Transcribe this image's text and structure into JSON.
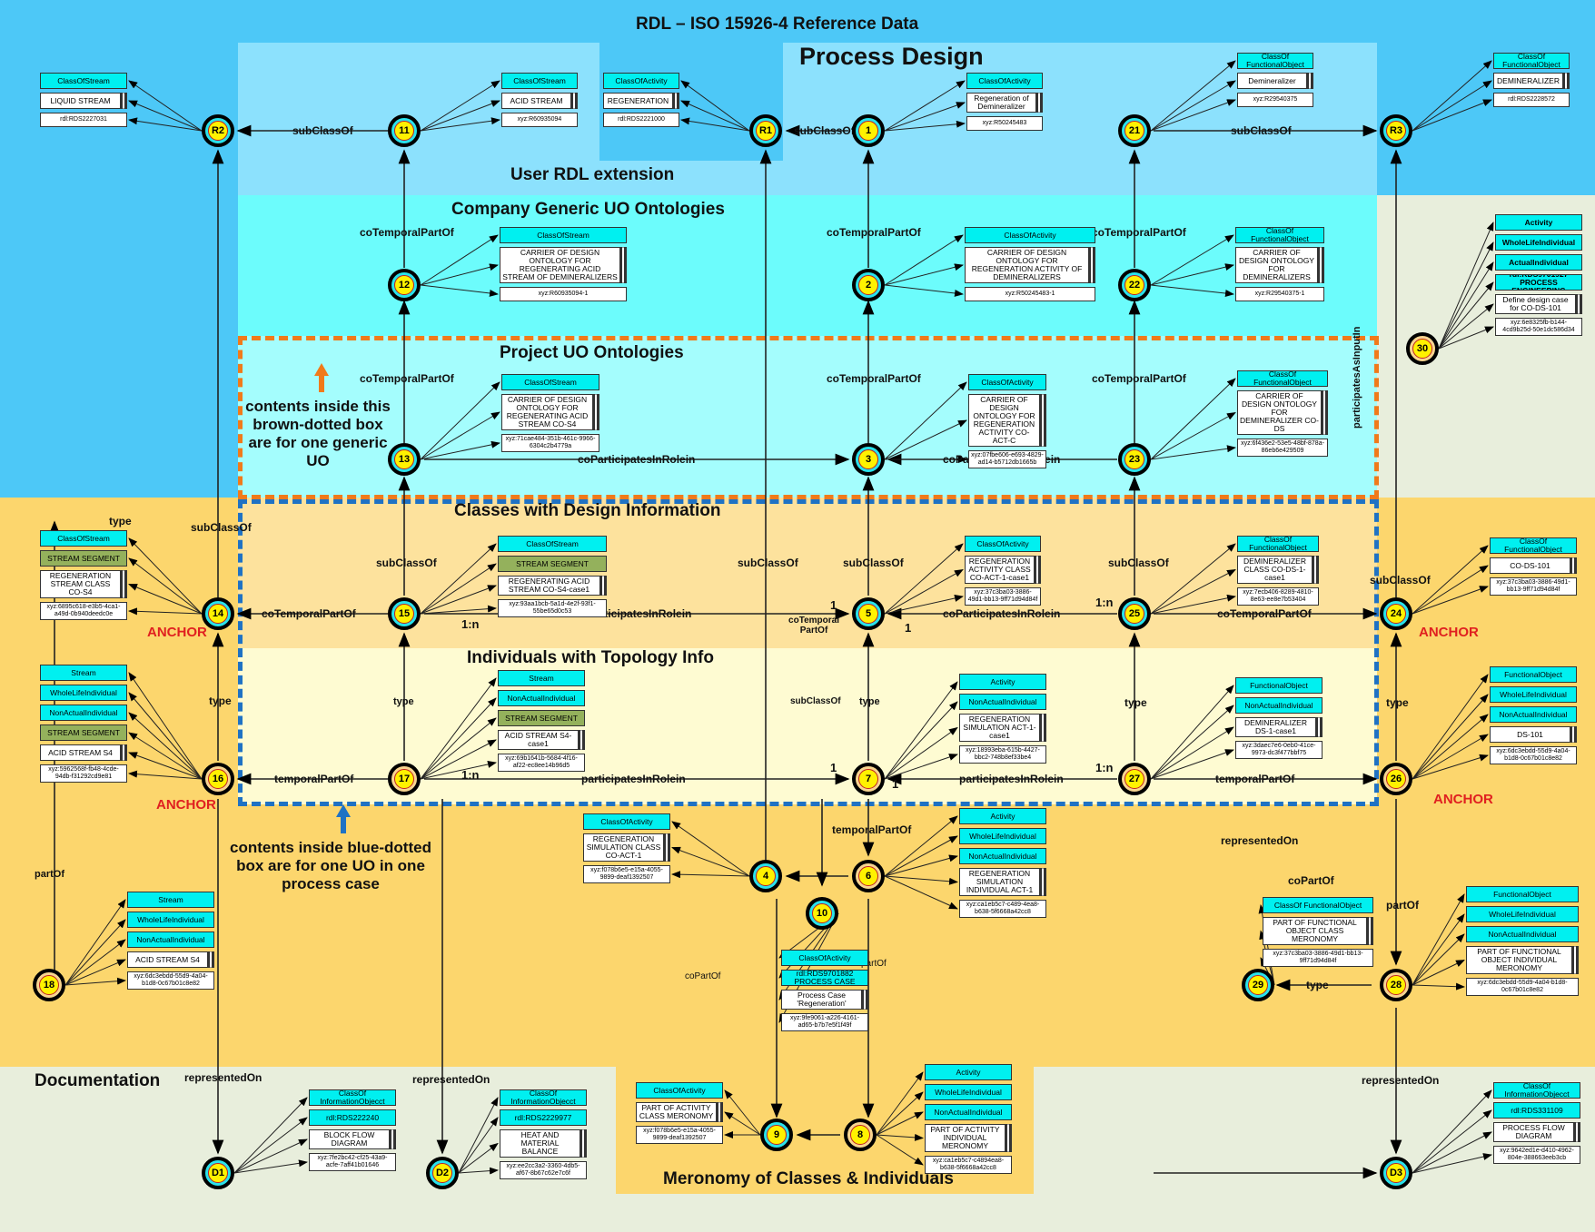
{
  "title": "RDL – ISO 15926-4 Reference Data",
  "sections": {
    "process_design": "Process Design",
    "user_rdl": "User RDL extension",
    "company_generic": "Company Generic UO Ontologies",
    "project_uo": "Project UO Ontologies",
    "classes_design": "Classes with Design Information",
    "individuals_topology": "Individuals with Topology Info",
    "documentation": "Documentation",
    "meronomy": "Meronomy of Classes & Individuals"
  },
  "notes": {
    "brown_box": "contents inside this brown-dotted box are for one generic UO",
    "blue_box": "contents inside blue-dotted box are for one UO in one process case"
  },
  "anchor_label": "ANCHOR",
  "edge_labels": {
    "subClassOf": "subClassOf",
    "coTemporalPartOf": "coTemporalPartOf",
    "coParticipatesInRolein": "coParticipatesInRolein",
    "participatesInRolein": "participatesInRolein",
    "temporalPartOf": "temporalPartOf",
    "type": "type",
    "partOf": "partOf",
    "coPartOf": "coPartOf",
    "representedOn": "representedOn",
    "coTemporalPartOf_split": "coTemporal PartOf",
    "participatesAsInputIn": "participatesAsInputIn"
  },
  "multiplicities": {
    "one": "1",
    "one_to_n": "1:n"
  },
  "nodes": [
    {
      "id": "R2",
      "kind": "class",
      "boxes": [
        {
          "k": "type",
          "t": "ClassOfStream"
        },
        {
          "k": "label",
          "t": "LIQUID STREAM"
        },
        {
          "k": "id",
          "t": "rdl:RDS2227031"
        }
      ]
    },
    {
      "id": "11",
      "kind": "class",
      "boxes": [
        {
          "k": "type",
          "t": "ClassOfStream"
        },
        {
          "k": "label",
          "t": "ACID STREAM"
        },
        {
          "k": "id",
          "t": "xyz:R60935094"
        }
      ]
    },
    {
      "id": "R1",
      "kind": "class",
      "boxes": [
        {
          "k": "type",
          "t": "ClassOfActivity"
        },
        {
          "k": "label",
          "t": "REGENERATION"
        },
        {
          "k": "id",
          "t": "rdl:RDS2221000"
        }
      ]
    },
    {
      "id": "1",
      "kind": "class",
      "boxes": [
        {
          "k": "type",
          "t": "ClassOfActivity"
        },
        {
          "k": "label",
          "t": "Regeneration of Demineralizer"
        },
        {
          "k": "id",
          "t": "xyz:R50245483"
        }
      ]
    },
    {
      "id": "21",
      "kind": "class",
      "boxes": [
        {
          "k": "type",
          "t": "ClassOf FunctionalObject"
        },
        {
          "k": "label",
          "t": "Demineralizer"
        },
        {
          "k": "id",
          "t": "xyz:R29540375"
        }
      ]
    },
    {
      "id": "R3",
      "kind": "class",
      "boxes": [
        {
          "k": "type",
          "t": "ClassOf FunctionalObject"
        },
        {
          "k": "label",
          "t": "DEMINERALIZER"
        },
        {
          "k": "id",
          "t": "rdl:RDS2228572"
        }
      ]
    },
    {
      "id": "12",
      "kind": "class",
      "boxes": [
        {
          "k": "type",
          "t": "ClassOfStream"
        },
        {
          "k": "label",
          "t": "CARRIER OF DESIGN ONTOLOGY FOR REGENERATING ACID STREAM OF DEMINERALIZERS"
        },
        {
          "k": "id",
          "t": "xyz:R60935094-1"
        }
      ]
    },
    {
      "id": "2",
      "kind": "class",
      "boxes": [
        {
          "k": "type",
          "t": "ClassOfActivity"
        },
        {
          "k": "label",
          "t": "CARRIER OF DESIGN ONTOLOGY FOR REGENERATION ACTIVITY OF DEMINERALIZERS"
        },
        {
          "k": "id",
          "t": "xyz:R50245483-1"
        }
      ]
    },
    {
      "id": "22",
      "kind": "class",
      "boxes": [
        {
          "k": "type",
          "t": "ClassOf FunctionalObject"
        },
        {
          "k": "label",
          "t": "CARRIER OF DESIGN ONTOLOGY FOR DEMINERALIZERS"
        },
        {
          "k": "id",
          "t": "xyz:R29540375-1"
        }
      ]
    },
    {
      "id": "30",
      "kind": "individual",
      "boxes": [
        {
          "k": "typeB",
          "t": "Activity"
        },
        {
          "k": "typeB",
          "t": "WholeLifeIndividual"
        },
        {
          "k": "typeB",
          "t": "ActualIndividual"
        },
        {
          "k": "typeB",
          "t": "rdl:RDS9701927 PROCESS ENGINEERING"
        },
        {
          "k": "label",
          "t": "Define design case for CO-DS-101"
        },
        {
          "k": "id",
          "t": "xyz:6e8325fb-b144-4cd9b25d-50e1dc586d34"
        }
      ]
    },
    {
      "id": "13",
      "kind": "class",
      "boxes": [
        {
          "k": "type",
          "t": "ClassOfStream"
        },
        {
          "k": "label",
          "t": "CARRIER OF DESIGN ONTOLOGY FOR REGENERATING ACID STREAM CO-S4"
        },
        {
          "k": "id",
          "t": "xyz:71cae484-351b-461c-9966-6304c2b4779a"
        }
      ]
    },
    {
      "id": "3",
      "kind": "class",
      "boxes": [
        {
          "k": "type",
          "t": "ClassOfActivity"
        },
        {
          "k": "label",
          "t": "CARRIER OF DESIGN ONTOLOGY FOR REGENERATION ACTIVITY CO-ACT-C"
        },
        {
          "k": "id",
          "t": "xyz:07fbe606-e693-4829-ad14-b5712db1665b"
        }
      ]
    },
    {
      "id": "23",
      "kind": "class",
      "boxes": [
        {
          "k": "type",
          "t": "ClassOf FunctionalObject"
        },
        {
          "k": "label",
          "t": "CARRIER OF DESIGN ONTOLOGY FOR DEMINERALIZER CO-DS"
        },
        {
          "k": "id",
          "t": "xyz:6f436e2-53e5-48bf-878a-86eb6e429509"
        }
      ]
    },
    {
      "id": "14",
      "kind": "class",
      "boxes": [
        {
          "k": "type",
          "t": "ClassOfStream"
        },
        {
          "k": "olive",
          "t": "STREAM SEGMENT"
        },
        {
          "k": "label",
          "t": "REGENERATION STREAM CLASS CO-S4"
        },
        {
          "k": "id",
          "t": "xyz:6895c618-e3b5-4ca1-a49d-0b940deedc0e"
        }
      ]
    },
    {
      "id": "15",
      "kind": "class",
      "boxes": [
        {
          "k": "type",
          "t": "ClassOfStream"
        },
        {
          "k": "olive",
          "t": "STREAM SEGMENT"
        },
        {
          "k": "label",
          "t": "REGENERATING ACID STREAM CO-S4-case1"
        },
        {
          "k": "id",
          "t": "xyz:93aa1bcb-5a1d-4e2f-93f1-55be65d0c53"
        }
      ]
    },
    {
      "id": "5",
      "kind": "class",
      "boxes": [
        {
          "k": "type",
          "t": "ClassOfActivity"
        },
        {
          "k": "label",
          "t": "REGENERATION ACTIVITY CLASS CO-ACT-1-case1"
        },
        {
          "k": "id",
          "t": "xyz:37c3ba03-3886-49d1-bb13-9ff71d94d84f"
        }
      ]
    },
    {
      "id": "25",
      "kind": "class",
      "boxes": [
        {
          "k": "type",
          "t": "ClassOf FunctionalObject"
        },
        {
          "k": "label",
          "t": "DEMINERALIZER CLASS CO-DS-1-case1"
        },
        {
          "k": "id",
          "t": "xyz:7ecb406-8289-4810-8e63-ee8e7b53404"
        }
      ]
    },
    {
      "id": "24",
      "kind": "class",
      "boxes": [
        {
          "k": "type",
          "t": "ClassOf FunctionalObject"
        },
        {
          "k": "label",
          "t": "CO-DS-101"
        },
        {
          "k": "id",
          "t": "xyz:37c3ba03-3886-49d1-bb13-9ff71d94d84f"
        }
      ]
    },
    {
      "id": "16",
      "kind": "individual",
      "boxes": [
        {
          "k": "type",
          "t": "Stream"
        },
        {
          "k": "type",
          "t": "WholeLifeIndividual"
        },
        {
          "k": "type",
          "t": "NonActualIndividual"
        },
        {
          "k": "olive",
          "t": "STREAM SEGMENT"
        },
        {
          "k": "label",
          "t": "ACID STREAM S4"
        },
        {
          "k": "id",
          "t": "xyz:5962568f-fb48-4cde-94db-f31292cd9e81"
        }
      ]
    },
    {
      "id": "17",
      "kind": "individual",
      "boxes": [
        {
          "k": "type",
          "t": "Stream"
        },
        {
          "k": "type",
          "t": "NonActualIndividual"
        },
        {
          "k": "olive",
          "t": "STREAM SEGMENT"
        },
        {
          "k": "label",
          "t": "ACID STREAM S4-case1"
        },
        {
          "k": "id",
          "t": "xyz:69b1641b-5684-4f16-af22-ec8ee14b96d5"
        }
      ]
    },
    {
      "id": "7",
      "kind": "individual",
      "boxes": [
        {
          "k": "type",
          "t": "Activity"
        },
        {
          "k": "type",
          "t": "NonActualIndividual"
        },
        {
          "k": "label",
          "t": "REGENERATION SIMULATION ACT-1-case1"
        },
        {
          "k": "id",
          "t": "xyz:18993eba-615b-4427-bbc2-748b8ef33be4"
        }
      ]
    },
    {
      "id": "27",
      "kind": "individual",
      "boxes": [
        {
          "k": "type",
          "t": "FunctionalObject"
        },
        {
          "k": "type",
          "t": "NonActualIndividual"
        },
        {
          "k": "label",
          "t": "DEMINERALIZER DS-1-case1"
        },
        {
          "k": "id",
          "t": "xyz:3daec7e6-0eb0-41ce-9973-dc3f477bbf75"
        }
      ]
    },
    {
      "id": "26",
      "kind": "individual",
      "boxes": [
        {
          "k": "type",
          "t": "FunctionalObject"
        },
        {
          "k": "type",
          "t": "WholeLifeIndividual"
        },
        {
          "k": "type",
          "t": "NonActualIndividual"
        },
        {
          "k": "label",
          "t": "DS-101"
        },
        {
          "k": "id",
          "t": "xyz:6dc3ebdd-55d9-4a04-b1d8-0c67b01c8e82"
        }
      ]
    },
    {
      "id": "4",
      "kind": "class",
      "boxes": [
        {
          "k": "type",
          "t": "ClassOfActivity"
        },
        {
          "k": "label",
          "t": "REGENERATION SIMULATION CLASS CO-ACT-1"
        },
        {
          "k": "id",
          "t": "xyz:f078b6e5-e15a-4055-9899-deaf1392507"
        }
      ]
    },
    {
      "id": "6",
      "kind": "individual",
      "boxes": [
        {
          "k": "type",
          "t": "Activity"
        },
        {
          "k": "type",
          "t": "WholeLifeIndividual"
        },
        {
          "k": "type",
          "t": "NonActualIndividual"
        },
        {
          "k": "label",
          "t": "REGENERATION SIMULATION INDIVIDUAL ACT-1"
        },
        {
          "k": "id",
          "t": "xyz:ca1eb5c7-c489-4ea8-b638-5f6668a42cc8"
        }
      ]
    },
    {
      "id": "10",
      "kind": "class",
      "boxes": [
        {
          "k": "type",
          "t": "ClassOfActivity"
        },
        {
          "k": "type",
          "t": "rdl:RDS9701882 PROCESS CASE"
        },
        {
          "k": "label",
          "t": "Process Case 'Regeneration'"
        },
        {
          "k": "id",
          "t": "xyz:9fe9061-a226-4161-ad65-b7b7e5f1f49f"
        }
      ]
    },
    {
      "id": "18",
      "kind": "individual",
      "boxes": [
        {
          "k": "type",
          "t": "Stream"
        },
        {
          "k": "type",
          "t": "WholeLifeIndividual"
        },
        {
          "k": "type",
          "t": "NonActualIndividual"
        },
        {
          "k": "label",
          "t": "ACID STREAM S4"
        },
        {
          "k": "id",
          "t": "xyz:6dc3ebdd-55d9-4a04-b1d8-0c67b01c8e82"
        }
      ]
    },
    {
      "id": "29",
      "kind": "class",
      "boxes": [
        {
          "k": "type",
          "t": "ClassOf FunctionalObject"
        },
        {
          "k": "label",
          "t": "PART OF FUNCTIONAL OBJECT CLASS MERONOMY"
        },
        {
          "k": "id",
          "t": "xyz:37c3ba03-3886-49d1-bb13-9ff71d94d84f"
        }
      ]
    },
    {
      "id": "28",
      "kind": "individual",
      "boxes": [
        {
          "k": "type",
          "t": "FunctionalObject"
        },
        {
          "k": "type",
          "t": "WholeLifeIndividual"
        },
        {
          "k": "type",
          "t": "NonActualIndividual"
        },
        {
          "k": "label",
          "t": "PART OF FUNCTIONAL OBJECT INDIVIDUAL MERONOMY"
        },
        {
          "k": "id",
          "t": "xyz:6dc3ebdd-55d9-4a04-b1d8-0c67b01c8e82"
        }
      ]
    },
    {
      "id": "9",
      "kind": "class",
      "boxes": [
        {
          "k": "type",
          "t": "ClassOfActivity"
        },
        {
          "k": "label",
          "t": "PART OF ACTIVITY CLASS MERONOMY"
        },
        {
          "k": "id",
          "t": "xyz:f078b6e5-e15a-4055-9899-deaf1392507"
        }
      ]
    },
    {
      "id": "8",
      "kind": "individual",
      "boxes": [
        {
          "k": "type",
          "t": "Activity"
        },
        {
          "k": "type",
          "t": "WholeLifeIndividual"
        },
        {
          "k": "type",
          "t": "NonActualIndividual"
        },
        {
          "k": "label",
          "t": "PART OF ACTIVITY INDIVIDUAL MERONOMY"
        },
        {
          "k": "id",
          "t": "xyz:ca1eb5c7-c4894ea8-b638-5f6668a42cc8"
        }
      ]
    },
    {
      "id": "D1",
      "kind": "class",
      "boxes": [
        {
          "k": "type",
          "t": "ClassOf InformationObjecct"
        },
        {
          "k": "type",
          "t": "rdl:RDS222240"
        },
        {
          "k": "label",
          "t": "BLOCK FLOW DIAGRAM"
        },
        {
          "k": "id",
          "t": "xyz:7fe2bc42-cf25-43a9-acfe-7aff41b01646"
        }
      ]
    },
    {
      "id": "D2",
      "kind": "class",
      "boxes": [
        {
          "k": "type",
          "t": "ClassOf InformationObjecct"
        },
        {
          "k": "type",
          "t": "rdl:RDS2229977"
        },
        {
          "k": "label",
          "t": "HEAT AND MATERIAL BALANCE"
        },
        {
          "k": "id",
          "t": "xyz:ee2cc3a2-3360-4db5-af67-8b67c62e7c6f"
        }
      ]
    },
    {
      "id": "D3",
      "kind": "class",
      "boxes": [
        {
          "k": "type",
          "t": "ClassOf InformationObjecct"
        },
        {
          "k": "type",
          "t": "rdl:RDS331109"
        },
        {
          "k": "label",
          "t": "PROCESS FLOW DIAGRAM"
        },
        {
          "k": "id",
          "t": "xyz:9642ed1e-d410-4962-804e-388663eeb3cb"
        }
      ]
    }
  ]
}
